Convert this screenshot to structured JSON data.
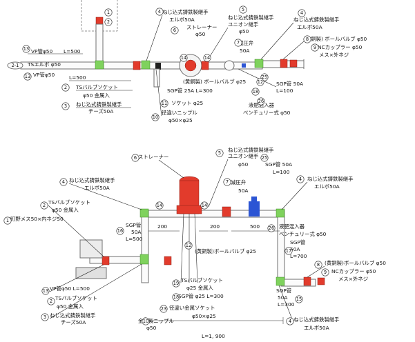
{
  "labels": {
    "vp_pipe_top": "VP管φ50",
    "l500_a": "L=500",
    "ts_elbow": "TSエルボ φ50",
    "conn_ref": "2-1",
    "vp_pipe_top2": "VP管φ50",
    "l500_b": "L=500",
    "ts_valve_socket": "TSバルブソケット",
    "phi50_metal": "φ50  金属入",
    "screw_fitting_3": "ねじ込式鋳鉄製継手",
    "tees_50a": "チーズ50A",
    "screw_fitting_4a": "ねじ込式鋳鉄製継手",
    "elbow_50a_a": "エルボ50A",
    "screw_fitting_5": "ねじ込式鋳鉄製継手",
    "union_joint": "ユニオン継手",
    "phi50_union": "φ50",
    "strainer": "ストレーナー",
    "phi50_strainer": "φ50",
    "screw_fitting_4b": "ねじ込式鋳鉄製継手",
    "elbow_50a_b": "エルボ50A",
    "reducing_valve": "減圧弁",
    "v50a": "50A",
    "brass_ball_valve": "(黄銅製) ボールバルブ φ50",
    "nc_coupler": "NCカップラー φ50",
    "female_male": "メス×外ネジ",
    "ball_valve_25": "(黄銅製) ボールバルブ φ25",
    "sgp_50a_l100": "SGP管 50A",
    "l100": "L=100",
    "sgp_25a_l300": "SGP管 25A  L=300",
    "socket_25": "ソケット φ25",
    "diff_nipple": "径違いニップル",
    "phi50x25": "φ50×φ25",
    "fert_mixer": "液肥混入器",
    "venturi": "ベンチュリー式  φ50",
    "b_strainer": "ストレーナー",
    "b_screw_5": "ねじ込式鋳鉄製継手",
    "b_union": "ユニオン継手",
    "b_phi50": "φ50",
    "b_sgp50a": "SGP管 50A",
    "b_l100": "L=100",
    "b_screw_4a": "ねじ込式鋳鉄製継手",
    "b_elbow_4a": "エルボ50A",
    "b_reducing": "減圧弁",
    "b_50a": "50A",
    "b_screw_4b": "ねじ込式鋳鉄製継手",
    "b_elbow_4b": "エルボ50A",
    "b_ts_socket": "TSバルブソケット",
    "b_phi50_metal": "φ50  金属入",
    "b_machino": "町野メス50×内ネジ50",
    "b_sgp50a_left": "SGP管",
    "b_50a_left": "50A",
    "b_l500": "L=500",
    "dim_200_a": "200",
    "dim_200_b": "200",
    "dim_500": "500",
    "b_fert": "液肥混入器",
    "b_venturi": "ベンチュリー式  φ50",
    "b_sgp_right": "SGP管",
    "b_50a_right": "50A",
    "b_l700": "L=700",
    "b_ball25": "(黄銅製)ボールバルブ φ25",
    "b_ball50": "(黄銅製)ボールバルブ φ50",
    "b_nc": "NCカップラー φ50",
    "b_female": "メス×外ネジ",
    "b_vp500": "VP管φ50 L=500",
    "b_ts_socket2": "TSバルブソケット",
    "b_phi50_metal2": "φ50  金属入",
    "b_screw_3": "ねじ込式鋳鉄製継手",
    "b_tees": "チーズ50A",
    "b_ts_socket3": "TSバルブソケット",
    "b_phi25_metal": "φ25  金属入",
    "b_sgp25_300": "SGP管 φ25  L=300",
    "b_reducer_socket": "径違い金属ソケット",
    "b_phi50x25": "φ50×φ25",
    "b_metal_nipple": "金属製ニップル",
    "b_phi50_nipple": "φ50",
    "b_sgp_bottom": "SGP管",
    "b_50a_bottom": "50A",
    "b_l300": "L=300",
    "b_screw_4c": "ねじ込式鋳鉄製継手",
    "b_elbow_4c": "エルボ50A",
    "b_total": "L=1, 900"
  },
  "balloons": [
    "1",
    "2",
    "3",
    "4",
    "5",
    "6",
    "7",
    "8",
    "9",
    "10",
    "11",
    "12",
    "13",
    "14",
    "15",
    "16",
    "17",
    "18",
    "19",
    "23",
    "25",
    "26"
  ],
  "colors": {
    "fitting_green": "#7fd25d",
    "valve_red": "#e23b2c",
    "accent_blue": "#2c55d4",
    "pipe_gray": "#6f6f6f"
  }
}
